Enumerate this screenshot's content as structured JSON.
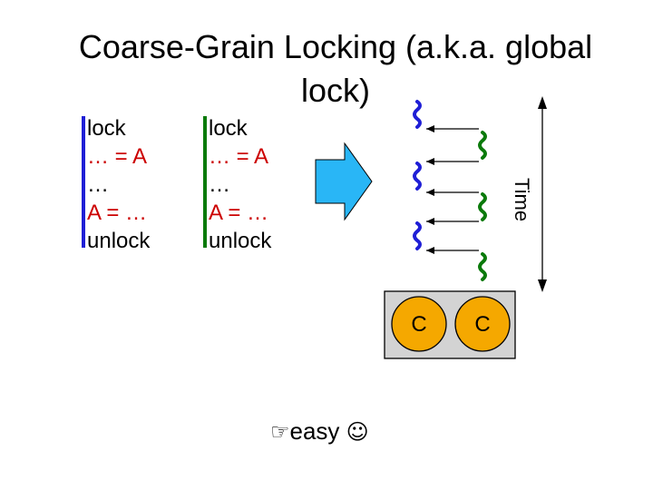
{
  "title": "Coarse-Grain Locking (a.k.a. global lock)",
  "code_blocks": [
    {
      "lines": [
        {
          "text": "lock",
          "color": "#000000"
        },
        {
          "text": "… = A",
          "color": "#cc0000"
        },
        {
          "text": "…",
          "color": "#000000"
        },
        {
          "text": "A = …",
          "color": "#cc0000"
        },
        {
          "text": "unlock",
          "color": "#000000"
        }
      ],
      "bar_color": "#1f1fd6"
    },
    {
      "lines": [
        {
          "text": "lock",
          "color": "#000000"
        },
        {
          "text": "… = A",
          "color": "#cc0000"
        },
        {
          "text": "…",
          "color": "#000000"
        },
        {
          "text": "A = …",
          "color": "#cc0000"
        },
        {
          "text": "unlock",
          "color": "#000000"
        }
      ],
      "bar_color": "#0a7a0a"
    }
  ],
  "time_label": "Time",
  "cores": [
    {
      "label": "C",
      "fill": "#f5a800"
    },
    {
      "label": "C",
      "fill": "#f5a800"
    }
  ],
  "footer": {
    "glyph": "☞",
    "text": "easy",
    "emoticon": "☺"
  },
  "colors": {
    "arrow_fill": "#29b6f6",
    "thread_blue": "#1f1fd6",
    "thread_green": "#0a7a0a",
    "chip_fill": "#d3d3d3"
  }
}
